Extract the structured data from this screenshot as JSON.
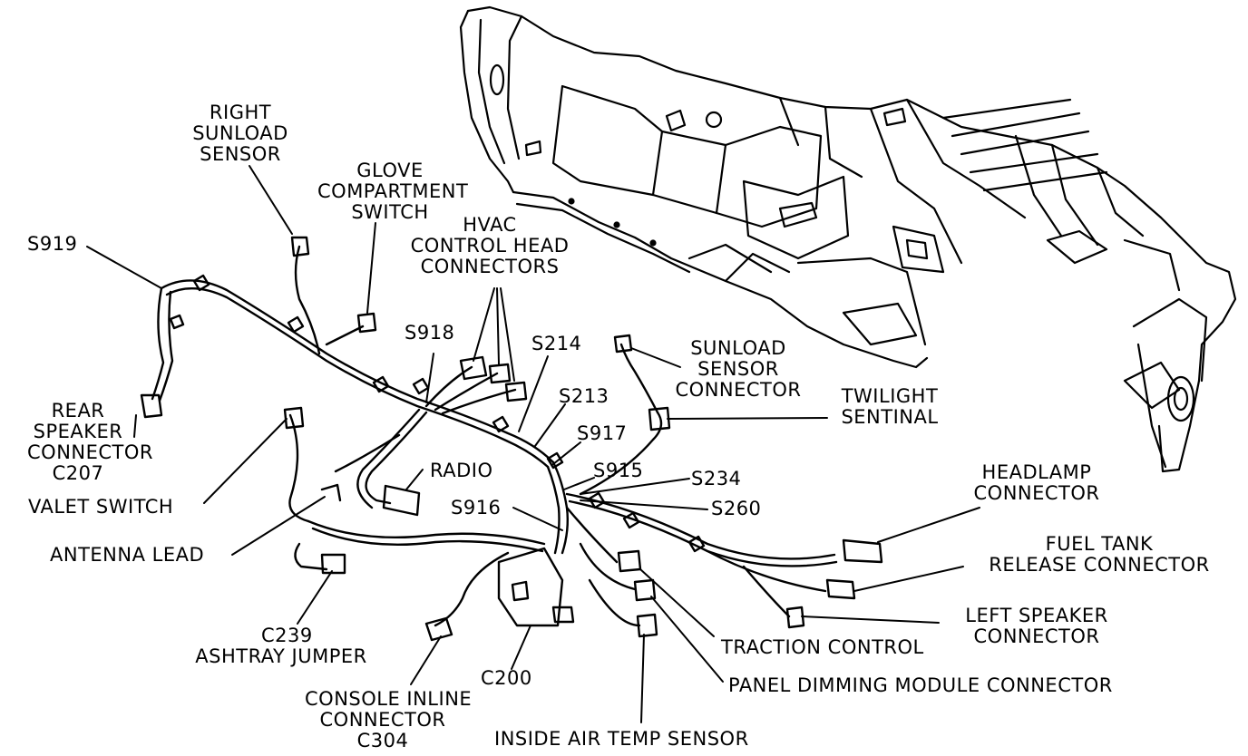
{
  "colors": {
    "ink": "#000000",
    "paper": "#ffffff"
  },
  "labels": {
    "right_sunload_sensor": [
      "RIGHT",
      "SUNLOAD",
      "SENSOR"
    ],
    "glove_compartment_switch": [
      "GLOVE",
      "COMPARTMENT",
      "SWITCH"
    ],
    "hvac_control_head_connectors": [
      "HVAC",
      "CONTROL HEAD",
      "CONNECTORS"
    ],
    "s919": "S919",
    "s918": "S918",
    "s214": "S214",
    "s213": "S213",
    "s917": "S917",
    "s915": "S915",
    "s916": "S916",
    "s234": "S234",
    "s260": "S260",
    "sunload_sensor_connector": [
      "SUNLOAD",
      "SENSOR",
      "CONNECTOR"
    ],
    "twilight_sentinal": [
      "TWILIGHT",
      "SENTINAL"
    ],
    "rear_speaker_connector": [
      "REAR",
      "SPEAKER",
      "CONNECTOR",
      "C207"
    ],
    "valet_switch": "VALET SWITCH",
    "radio": "RADIO",
    "antenna_lead": "ANTENNA LEAD",
    "headlamp_connector": [
      "HEADLAMP",
      "CONNECTOR"
    ],
    "fuel_tank_release_connector": [
      "FUEL TANK",
      "RELEASE CONNECTOR"
    ],
    "left_speaker_connector": [
      "LEFT SPEAKER",
      "CONNECTOR"
    ],
    "c239_ashtray_jumper": [
      "C239",
      "ASHTRAY JUMPER"
    ],
    "traction_control": "TRACTION CONTROL",
    "c200": "C200",
    "panel_dimming_module_connector": "PANEL DIMMING MODULE CONNECTOR",
    "console_inline_connector": [
      "CONSOLE INLINE",
      "CONNECTOR",
      "C304"
    ],
    "inside_air_temp_sensor": "INSIDE AIR TEMP SENSOR"
  }
}
